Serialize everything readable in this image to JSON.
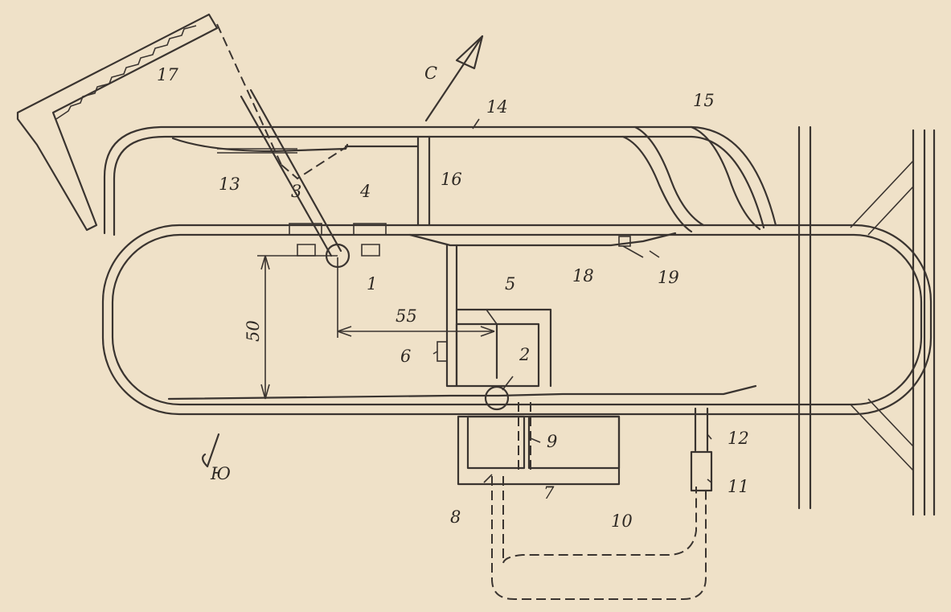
{
  "labels": {
    "l1": "1",
    "l2": "2",
    "l3": "3",
    "l4": "4",
    "l5": "5",
    "l6": "6",
    "l7": "7",
    "l8": "8",
    "l9": "9",
    "l10": "10",
    "l11": "11",
    "l12": "12",
    "l13": "13",
    "l14": "14",
    "l15": "15",
    "l16": "16",
    "l17": "17",
    "l18": "18",
    "l19": "19"
  },
  "dimensions": {
    "vertical": "50",
    "horizontal": "55"
  },
  "compass": {
    "north": "С",
    "south": "Ю"
  },
  "colors": {
    "paper": "#efe1c8",
    "ink": "#3a3430"
  }
}
